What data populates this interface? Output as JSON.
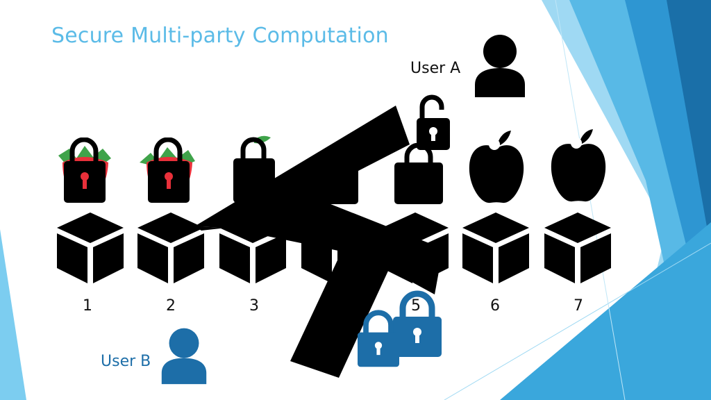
{
  "slide": {
    "title": "Secure Multi-party Computation",
    "user_a_label": "User A",
    "user_b_label": "User B",
    "boxes": [
      {
        "number": "1",
        "item": "locked-strawberry"
      },
      {
        "number": "2",
        "item": "locked-strawberry"
      },
      {
        "number": "3",
        "item": "locked-apple"
      },
      {
        "number": "",
        "item": "lock"
      },
      {
        "number": "5",
        "item": "lock"
      },
      {
        "number": "6",
        "item": "apple"
      },
      {
        "number": "7",
        "item": "apple"
      }
    ]
  },
  "colors": {
    "title": "#5bbbe7",
    "user_b": "#1d6ea8",
    "accent_blue": "#1d6ea8",
    "strawberry_red": "#e8303a",
    "leaf_green": "#3fa34a",
    "icon_black": "#000000"
  }
}
